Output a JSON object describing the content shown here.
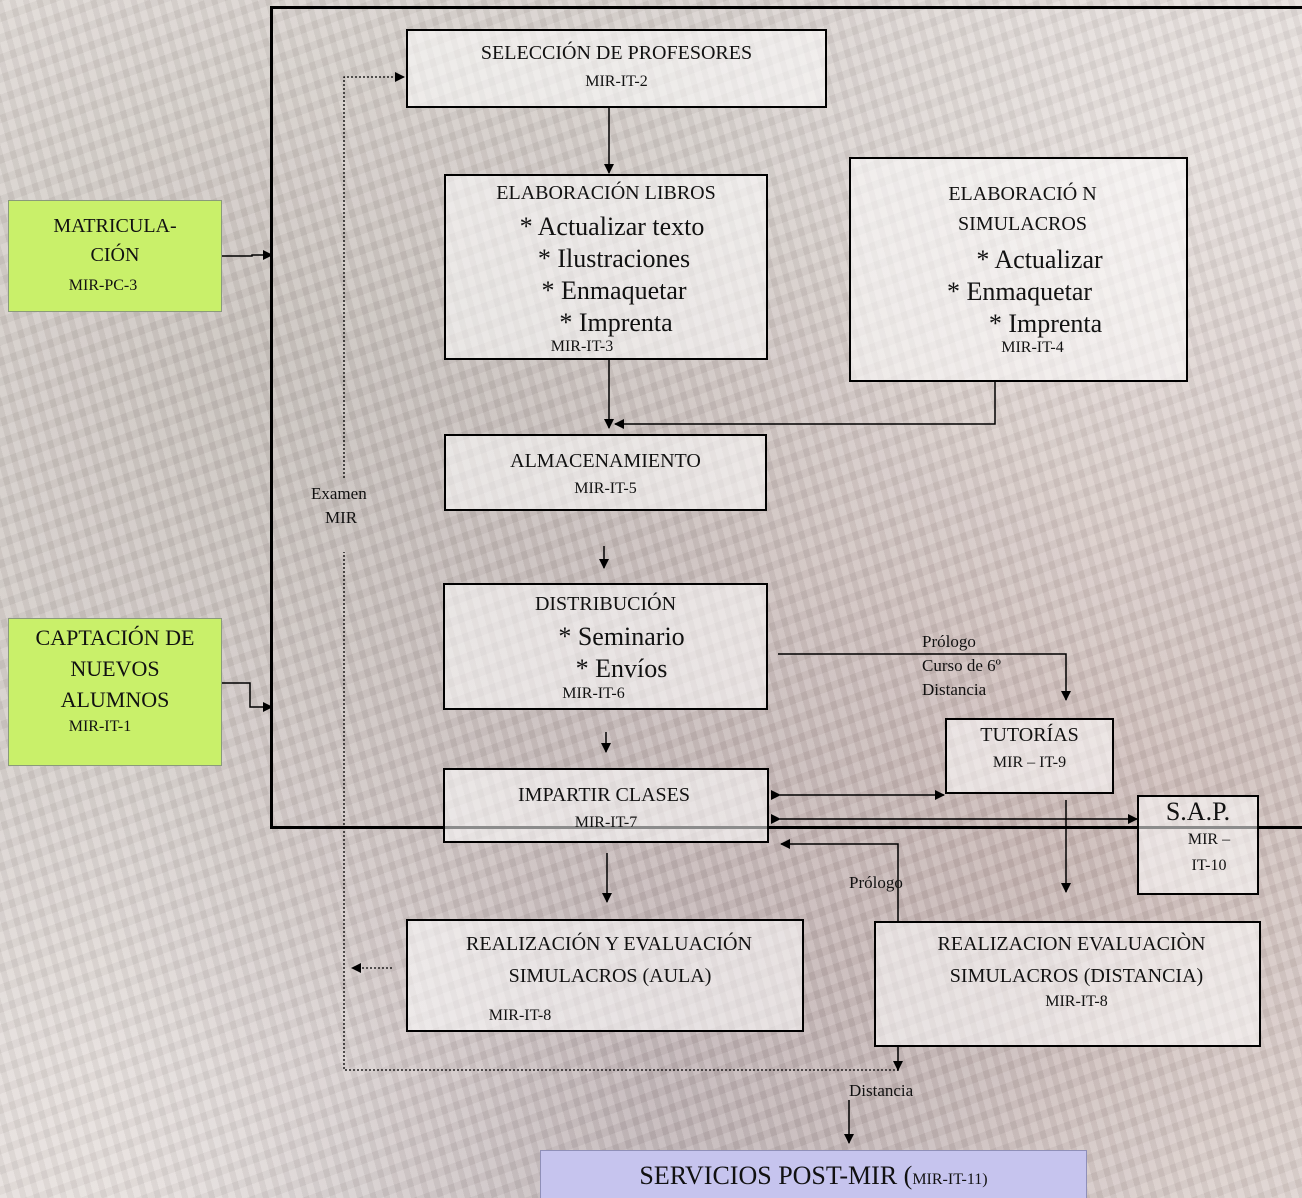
{
  "diagram": {
    "seleccion": {
      "title": "SELECCIÓN DE PROFESORES",
      "code": "MIR-IT-2"
    },
    "libros": {
      "title": "ELABORACIÓN LIBROS",
      "items": [
        "* Actualizar texto",
        "* Ilustraciones",
        "* Enmaquetar",
        "* Imprenta"
      ],
      "code": "MIR-IT-3"
    },
    "simulacros_elab": {
      "title_line1": "ELABORACIÓ N",
      "title_line2": "SIMULACROS",
      "items": [
        "* Actualizar",
        "* Enmaquetar",
        "* Imprenta"
      ],
      "code": "MIR-IT-4"
    },
    "almacenamiento": {
      "title": "ALMACENAMIENTO",
      "code": "MIR-IT-5"
    },
    "distribucion": {
      "title": "DISTRIBUCIÓN",
      "items": [
        "* Seminario",
        "* Envíos"
      ],
      "code": "MIR-IT-6"
    },
    "impartir": {
      "title": "IMPARTIR CLASES",
      "code": "MIR-IT-7"
    },
    "tutorias": {
      "title": "TUTORÍAS",
      "code": "MIR – IT-9"
    },
    "sap": {
      "title": "S.A.P.",
      "code_line1": "MIR –",
      "code_line2": "IT-10"
    },
    "aula": {
      "title_line1": "REALIZACIÓN Y EVALUACIÓN",
      "title_line2": "SIMULACROS (AULA)",
      "code": "MIR-IT-8"
    },
    "distancia_box": {
      "title_line1": "REALIZACION EVALUACIÒN",
      "title_line2": "SIMULACROS (DISTANCIA)",
      "code": "MIR-IT-8"
    },
    "matriculacion": {
      "line1": "MATRICULA-",
      "line2": "CIÓN",
      "code": "MIR-PC-3"
    },
    "captacion": {
      "line1": "CAPTACIÓN DE",
      "line2": "NUEVOS",
      "line3": "ALUMNOS",
      "code": "MIR-IT-1"
    },
    "post_mir": {
      "title": "SERVICIOS POST-MIR (",
      "code": "MIR-IT-11)"
    },
    "labels": {
      "examen": "Examen",
      "mir": "MIR",
      "prologo1": "Prólogo",
      "curso": "Curso de 6º",
      "distancia1": "Distancia",
      "prologo2": "Prólogo",
      "distancia2": "Distancia"
    }
  }
}
